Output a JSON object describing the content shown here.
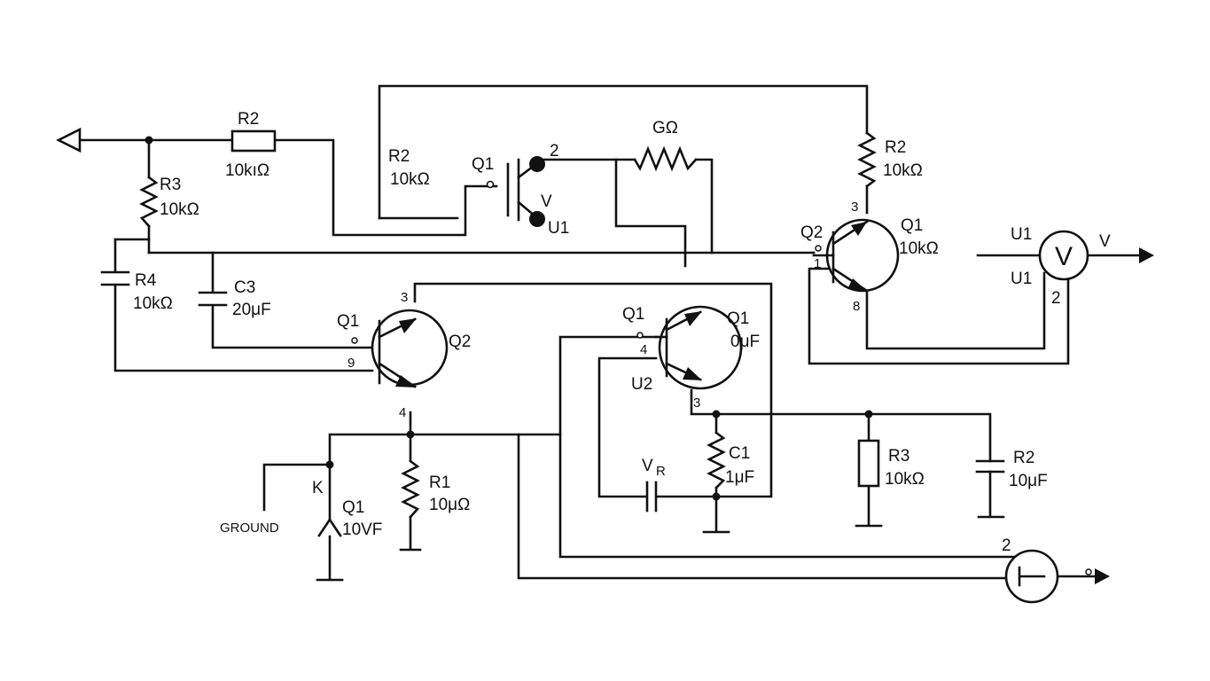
{
  "labels": {
    "r2_top": "R2",
    "r2_top_val": "10kıΩ",
    "r3_left": "R3",
    "r3_left_val": "10kΩ",
    "r4": "R4",
    "r4_val": "10kΩ",
    "c3": "C3",
    "c3_val": "20μF",
    "r2_mid": "R2",
    "r2_mid_val": "10kΩ",
    "q1_top": "Q1",
    "q1_top_pin": "2",
    "q1_top_v": "V",
    "q1_top_u1": "U1",
    "g_ohm": "GΩ",
    "r2_right": "R2",
    "r2_right_val": "10kΩ",
    "q2_right": "Q2",
    "q2_right_pin_b": "1",
    "q2_right_pin_c": "3",
    "q2_right_pin_e": "8",
    "q1_right": "Q1",
    "q1_right_val": "10kΩ",
    "u1_top": "U1",
    "u1_bot": "U1",
    "v_out": "V",
    "meter_pin": "2",
    "meter_v": "V",
    "q1_mid": "Q1",
    "q2_mid": "Q2",
    "q_mid_pin_c": "3",
    "q_mid_pin_b": "9",
    "q_mid_pin_e": "4",
    "q1_u2_left": "Q1",
    "q1_u2_right": "Q1",
    "q1_u2_val": "0μF",
    "u2": "U2",
    "u2_pin_b": "4",
    "u2_pin_e": "3",
    "vr": "V",
    "vr_sub": "R",
    "c1": "C1",
    "c1_val": "1μF",
    "r3_right": "R3",
    "r3_right_val": "10kΩ",
    "r2_cap": "R2",
    "r2_cap_val": "10μF",
    "r1": "R1",
    "r1_val": "10μΩ",
    "k": "K",
    "q1_bot": "Q1",
    "q1_bot_val": "10VF",
    "ground": "GROUND",
    "meter2_pin": "2"
  }
}
